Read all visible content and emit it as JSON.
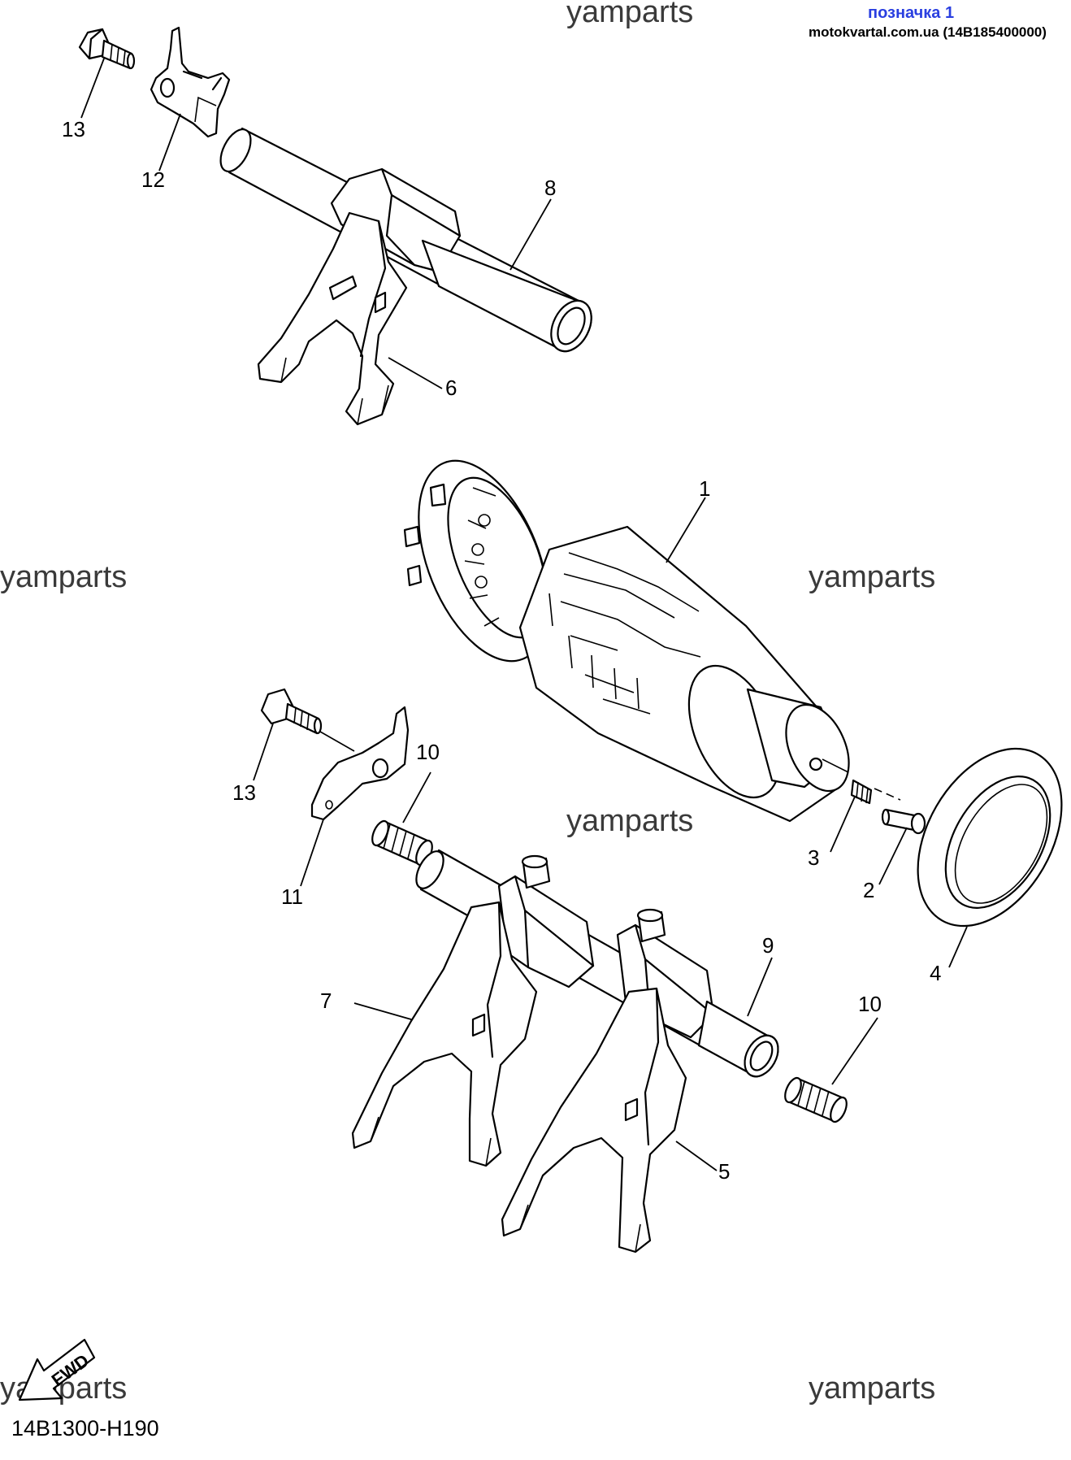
{
  "header": {
    "label": "позначка 1",
    "source": "motokvartal.com.ua (14B185400000)"
  },
  "watermarks": [
    "yamparts",
    "yamparts",
    "yamparts",
    "yamparts",
    "yamparts",
    "yamparts"
  ],
  "diagram_code": "14B1300-H190",
  "fwd_label": "FWD",
  "callouts": {
    "c1": "1",
    "c2": "2",
    "c3": "3",
    "c4": "4",
    "c5": "5",
    "c6": "6",
    "c7": "7",
    "c8": "8",
    "c9": "9",
    "c10a": "10",
    "c10b": "10",
    "c11": "11",
    "c12": "12",
    "c13a": "13",
    "c13b": "13"
  },
  "parts": [
    {
      "ref": "1",
      "icon": "shift-drum-icon"
    },
    {
      "ref": "2",
      "icon": "pin-icon"
    },
    {
      "ref": "3",
      "icon": "small-spring-icon"
    },
    {
      "ref": "4",
      "icon": "bearing-ring-icon"
    },
    {
      "ref": "5",
      "icon": "shift-fork-icon"
    },
    {
      "ref": "6",
      "icon": "shift-fork-icon"
    },
    {
      "ref": "7",
      "icon": "shift-fork-icon"
    },
    {
      "ref": "8",
      "icon": "fork-guide-bar-icon"
    },
    {
      "ref": "9",
      "icon": "fork-guide-bar-icon"
    },
    {
      "ref": "10",
      "icon": "spring-icon"
    },
    {
      "ref": "11",
      "icon": "stopper-plate-icon"
    },
    {
      "ref": "12",
      "icon": "stopper-plate-icon"
    },
    {
      "ref": "13",
      "icon": "bolt-icon"
    }
  ]
}
